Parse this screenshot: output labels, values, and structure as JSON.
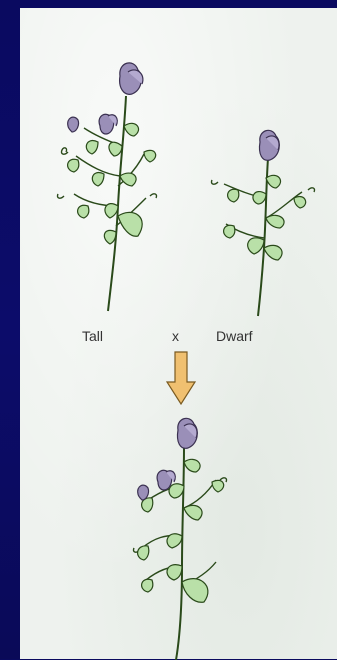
{
  "cross": {
    "parent_left_label": "Tall",
    "operator_label": "x",
    "parent_right_label": "Dwarf"
  },
  "colors": {
    "leaf": "#b9e0a8",
    "stem": "#2a5a1a",
    "flower": "#9a8fb8",
    "arrow": "#f0c070",
    "background": "#0a0a5e"
  }
}
